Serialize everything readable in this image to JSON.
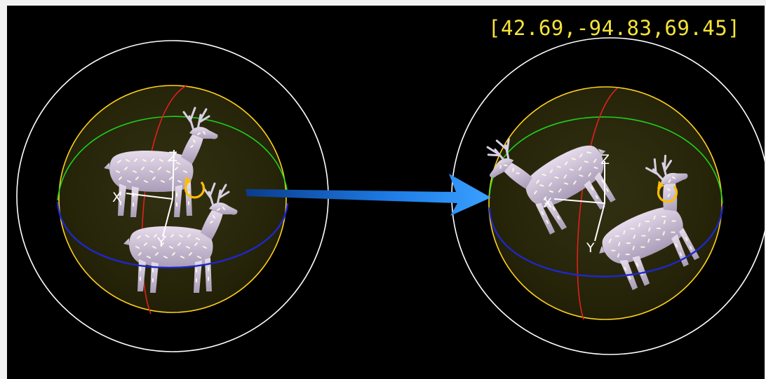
{
  "readout": {
    "rotation": "[42.69,-94.83,69.45]"
  },
  "axes": {
    "x": "X",
    "y": "Y",
    "z": "Z"
  },
  "colors": {
    "background": "#000000",
    "outer_ring": "#ffffff",
    "trackball": "#ffd21e",
    "x_ring": "#e0201e",
    "y_ring": "#1ed21e",
    "z_ring": "#1e28c8",
    "arrow": "#1e8cff",
    "readout": "#f5e43a",
    "rotate_icon": "#ffbe00"
  },
  "icons": {
    "rotate": "rotate-icon",
    "model": "deer-model-icon",
    "transition": "arrow-right-icon"
  }
}
